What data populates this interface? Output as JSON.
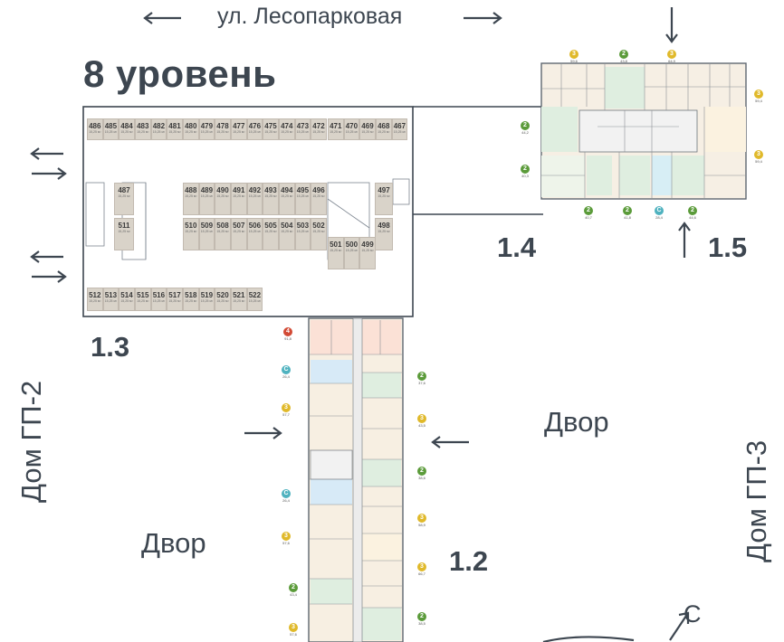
{
  "street": "ул. Лесопарковая",
  "level_title": "8 уровень",
  "sections": {
    "s12": "1.2",
    "s13": "1.3",
    "s14": "1.4",
    "s15": "1.5"
  },
  "yard_left": "Двор",
  "yard_right": "Двор",
  "house_left": "Дом ГП-2",
  "house_right": "Дом ГП-3",
  "compass": "С",
  "parking_area": "15,25 м²",
  "parking": {
    "top": [
      "486",
      "485",
      "484",
      "483",
      "482",
      "481",
      "480",
      "479",
      "478",
      "477",
      "476",
      "475",
      "474",
      "473",
      "472",
      "471",
      "470",
      "469",
      "468",
      "467"
    ],
    "mid_upper": [
      "488",
      "489",
      "490",
      "491",
      "492",
      "493",
      "494",
      "495",
      "496"
    ],
    "mid_lower": [
      "510",
      "509",
      "508",
      "507",
      "506",
      "505",
      "504",
      "503",
      "502"
    ],
    "low_right": [
      "501",
      "500",
      "499"
    ],
    "bottom": [
      "512",
      "513",
      "514",
      "515",
      "516",
      "517",
      "518",
      "519",
      "520",
      "521",
      "522"
    ],
    "left": [
      "487",
      "511"
    ],
    "right": [
      "497",
      "498"
    ]
  },
  "apartments_15": [
    {
      "rooms": "3",
      "area": "59,6"
    },
    {
      "rooms": "2",
      "area": "43,8"
    },
    {
      "rooms": "3",
      "area": "64,9"
    },
    {
      "rooms": "3",
      "area": "59,4"
    },
    {
      "rooms": "2",
      "area": "44,2"
    },
    {
      "rooms": "2",
      "area": "40,3"
    },
    {
      "rooms": "3",
      "area": "59,4"
    },
    {
      "rooms": "2",
      "area": "40,7"
    },
    {
      "rooms": "2",
      "area": "41,8"
    },
    {
      "rooms": "С",
      "area": "28,4"
    },
    {
      "rooms": "2",
      "area": "44,6"
    }
  ],
  "apartments_12": [
    {
      "rooms": "4",
      "area": "91,8"
    },
    {
      "rooms": "С",
      "area": "26,4"
    },
    {
      "rooms": "3",
      "area": "57,7"
    },
    {
      "rooms": "С",
      "area": "26,4"
    },
    {
      "rooms": "3",
      "area": "57,6"
    },
    {
      "rooms": "2",
      "area": "43,4"
    },
    {
      "rooms": "3",
      "area": "57,6"
    },
    {
      "rooms": "2",
      "area": "37,6"
    },
    {
      "rooms": "3",
      "area": "43,5"
    },
    {
      "rooms": "2",
      "area": "38,6"
    },
    {
      "rooms": "3",
      "area": "58,9"
    },
    {
      "rooms": "3",
      "area": "66,7"
    },
    {
      "rooms": "2",
      "area": "38,5"
    }
  ],
  "colors": {
    "text": "#3d4650",
    "two": "#5b9b3a",
    "three": "#e0b92a",
    "four": "#d24a35",
    "studio": "#4fb2bf",
    "parking": "#d9d3c9"
  }
}
